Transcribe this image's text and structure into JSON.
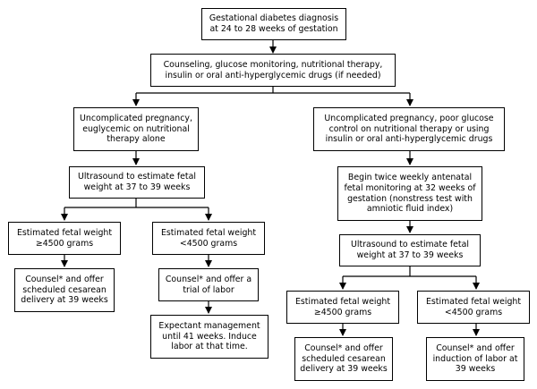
{
  "nodes": {
    "diagnosis": "Gestational diabetes diagnosis at 24 to 28 weeks of gestation",
    "counseling": "Counseling, glucose monitoring, nutritional therapy, insulin or oral anti-hyperglycemic drugs (if needed)",
    "euglycemic": "Uncomplicated pregnancy, euglycemic on nutritional therapy alone",
    "poor_control": "Uncomplicated pregnancy, poor glucose control on nutritional therapy or using insulin or oral anti-hyperglycemic drugs",
    "ultrasound_left": "Ultrasound to estimate fetal weight at 37 to 39 weeks",
    "antenatal_monitoring": "Begin twice weekly antenatal fetal monitoring at 32 weeks of gestation (nonstress test with amniotic fluid index)",
    "weight_ge_left": "Estimated fetal weight ≥4500 grams",
    "weight_lt_left": "Estimated fetal weight <4500 grams",
    "ultrasound_right": "Ultrasound to estimate fetal weight at 37 to 39 weeks",
    "cesarean_left": "Counsel* and offer scheduled cesarean delivery at 39 weeks",
    "trial_of_labor": "Counsel* and offer a trial of labor",
    "weight_ge_right": "Estimated fetal weight ≥4500 grams",
    "weight_lt_right": "Estimated fetal weight <4500 grams",
    "expectant_management": "Expectant management until 41 weeks. Induce labor at that time.",
    "cesarean_right": "Counsel* and offer scheduled cesarean delivery at 39 weeks",
    "induction": "Counsel* and offer induction of labor at 39 weeks"
  }
}
